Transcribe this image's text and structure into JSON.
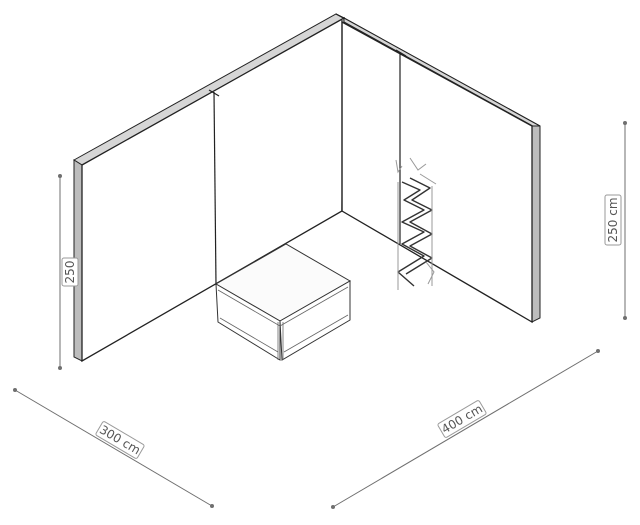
{
  "dimensions": {
    "left_height": "250",
    "right_height": "250 cm",
    "depth": "300 cm",
    "width": "400 cm"
  },
  "colors": {
    "line": "#222222",
    "dimension": "#6f6f6f",
    "wall_edge": "#d6d6d6",
    "background": "#ffffff"
  }
}
